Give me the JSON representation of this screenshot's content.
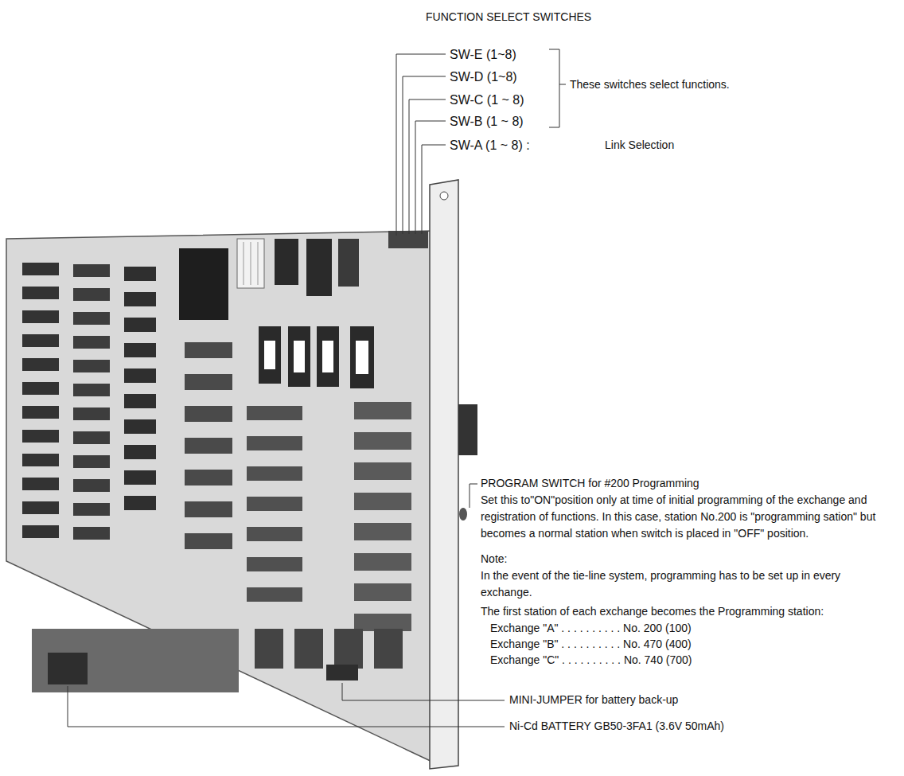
{
  "diagram": {
    "title": "FUNCTION SELECT SWITCHES",
    "labels": [
      "SW-E (1~8)",
      "SW-D (1~8)",
      "SW-C (1 ~ 8)",
      "SW-B (1 ~ 8)",
      "These switches select functions.",
      "SW-A (1 ~ 8) :",
      "Link Selection",
      "PROGRAM SWITCH for #200 Programming",
      "Set this to\"ON\"position only at time of initial programming of the exchange and registration of functions. In this case, station No.200 is \"programming sation\" but becomes a normal station when switch is placed in \"OFF\" position.",
      "Note:",
      "In the event of the tie-line system, programming has to be set up in every exchange.",
      "The first station of each exchange becomes the Programming station:",
      "Exchange \"A\" . . . . . . . . . . No. 200 (100)",
      "Exchange \"B\" . . . . . . . . . . No. 470 (400)",
      "Exchange \"C\" . . . . . . . . . . No. 740 (700)",
      "MINI-JUMPER for battery back-up",
      "Ni-Cd BATTERY GB50-3FA1 (3.6V 50mAh)"
    ]
  }
}
